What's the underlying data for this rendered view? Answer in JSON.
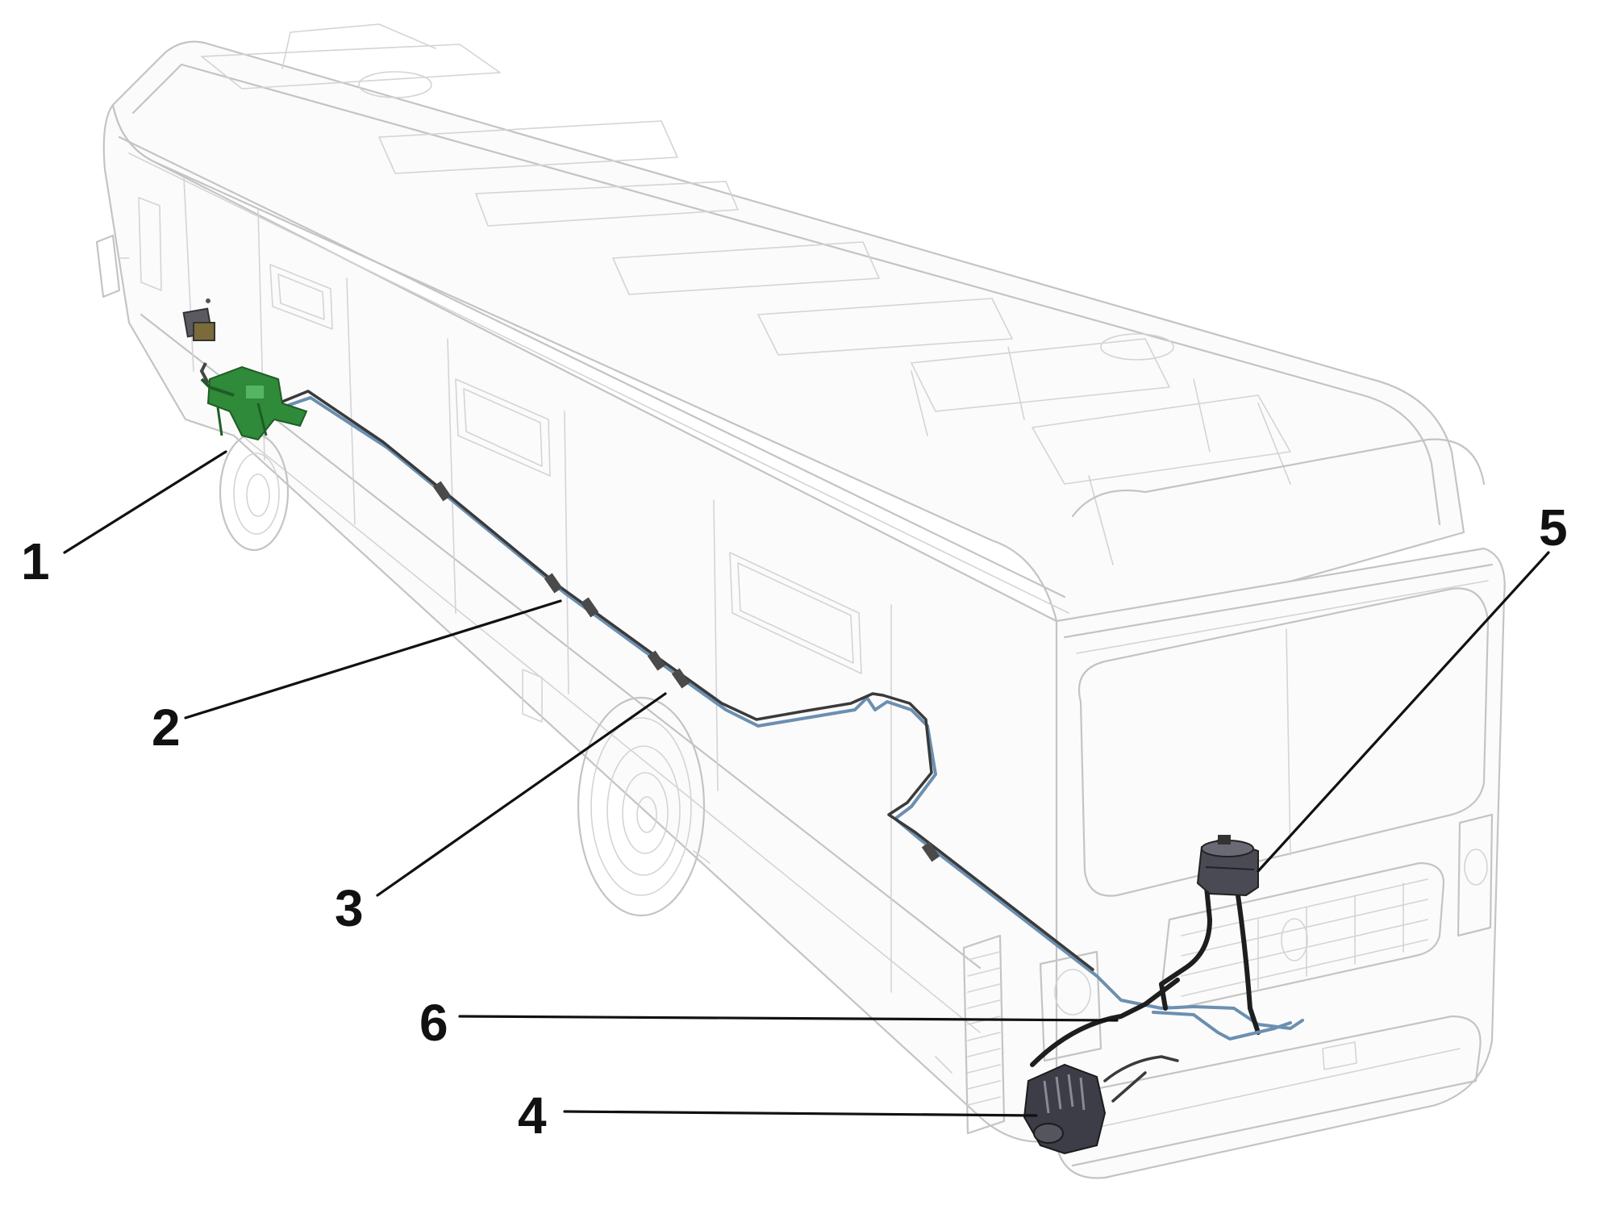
{
  "diagram": {
    "callouts": [
      {
        "id": "1",
        "label": "1"
      },
      {
        "id": "2",
        "label": "2"
      },
      {
        "id": "3",
        "label": "3"
      },
      {
        "id": "4",
        "label": "4"
      },
      {
        "id": "5",
        "label": "5"
      },
      {
        "id": "6",
        "label": "6"
      }
    ],
    "colors": {
      "outline": "#c4c4c4",
      "pipe": "#6b8fb0",
      "hose": "#1e1e1e",
      "component_green": "#2f8a3a",
      "component_dark": "#4a4a55",
      "leader": "#111111"
    }
  }
}
